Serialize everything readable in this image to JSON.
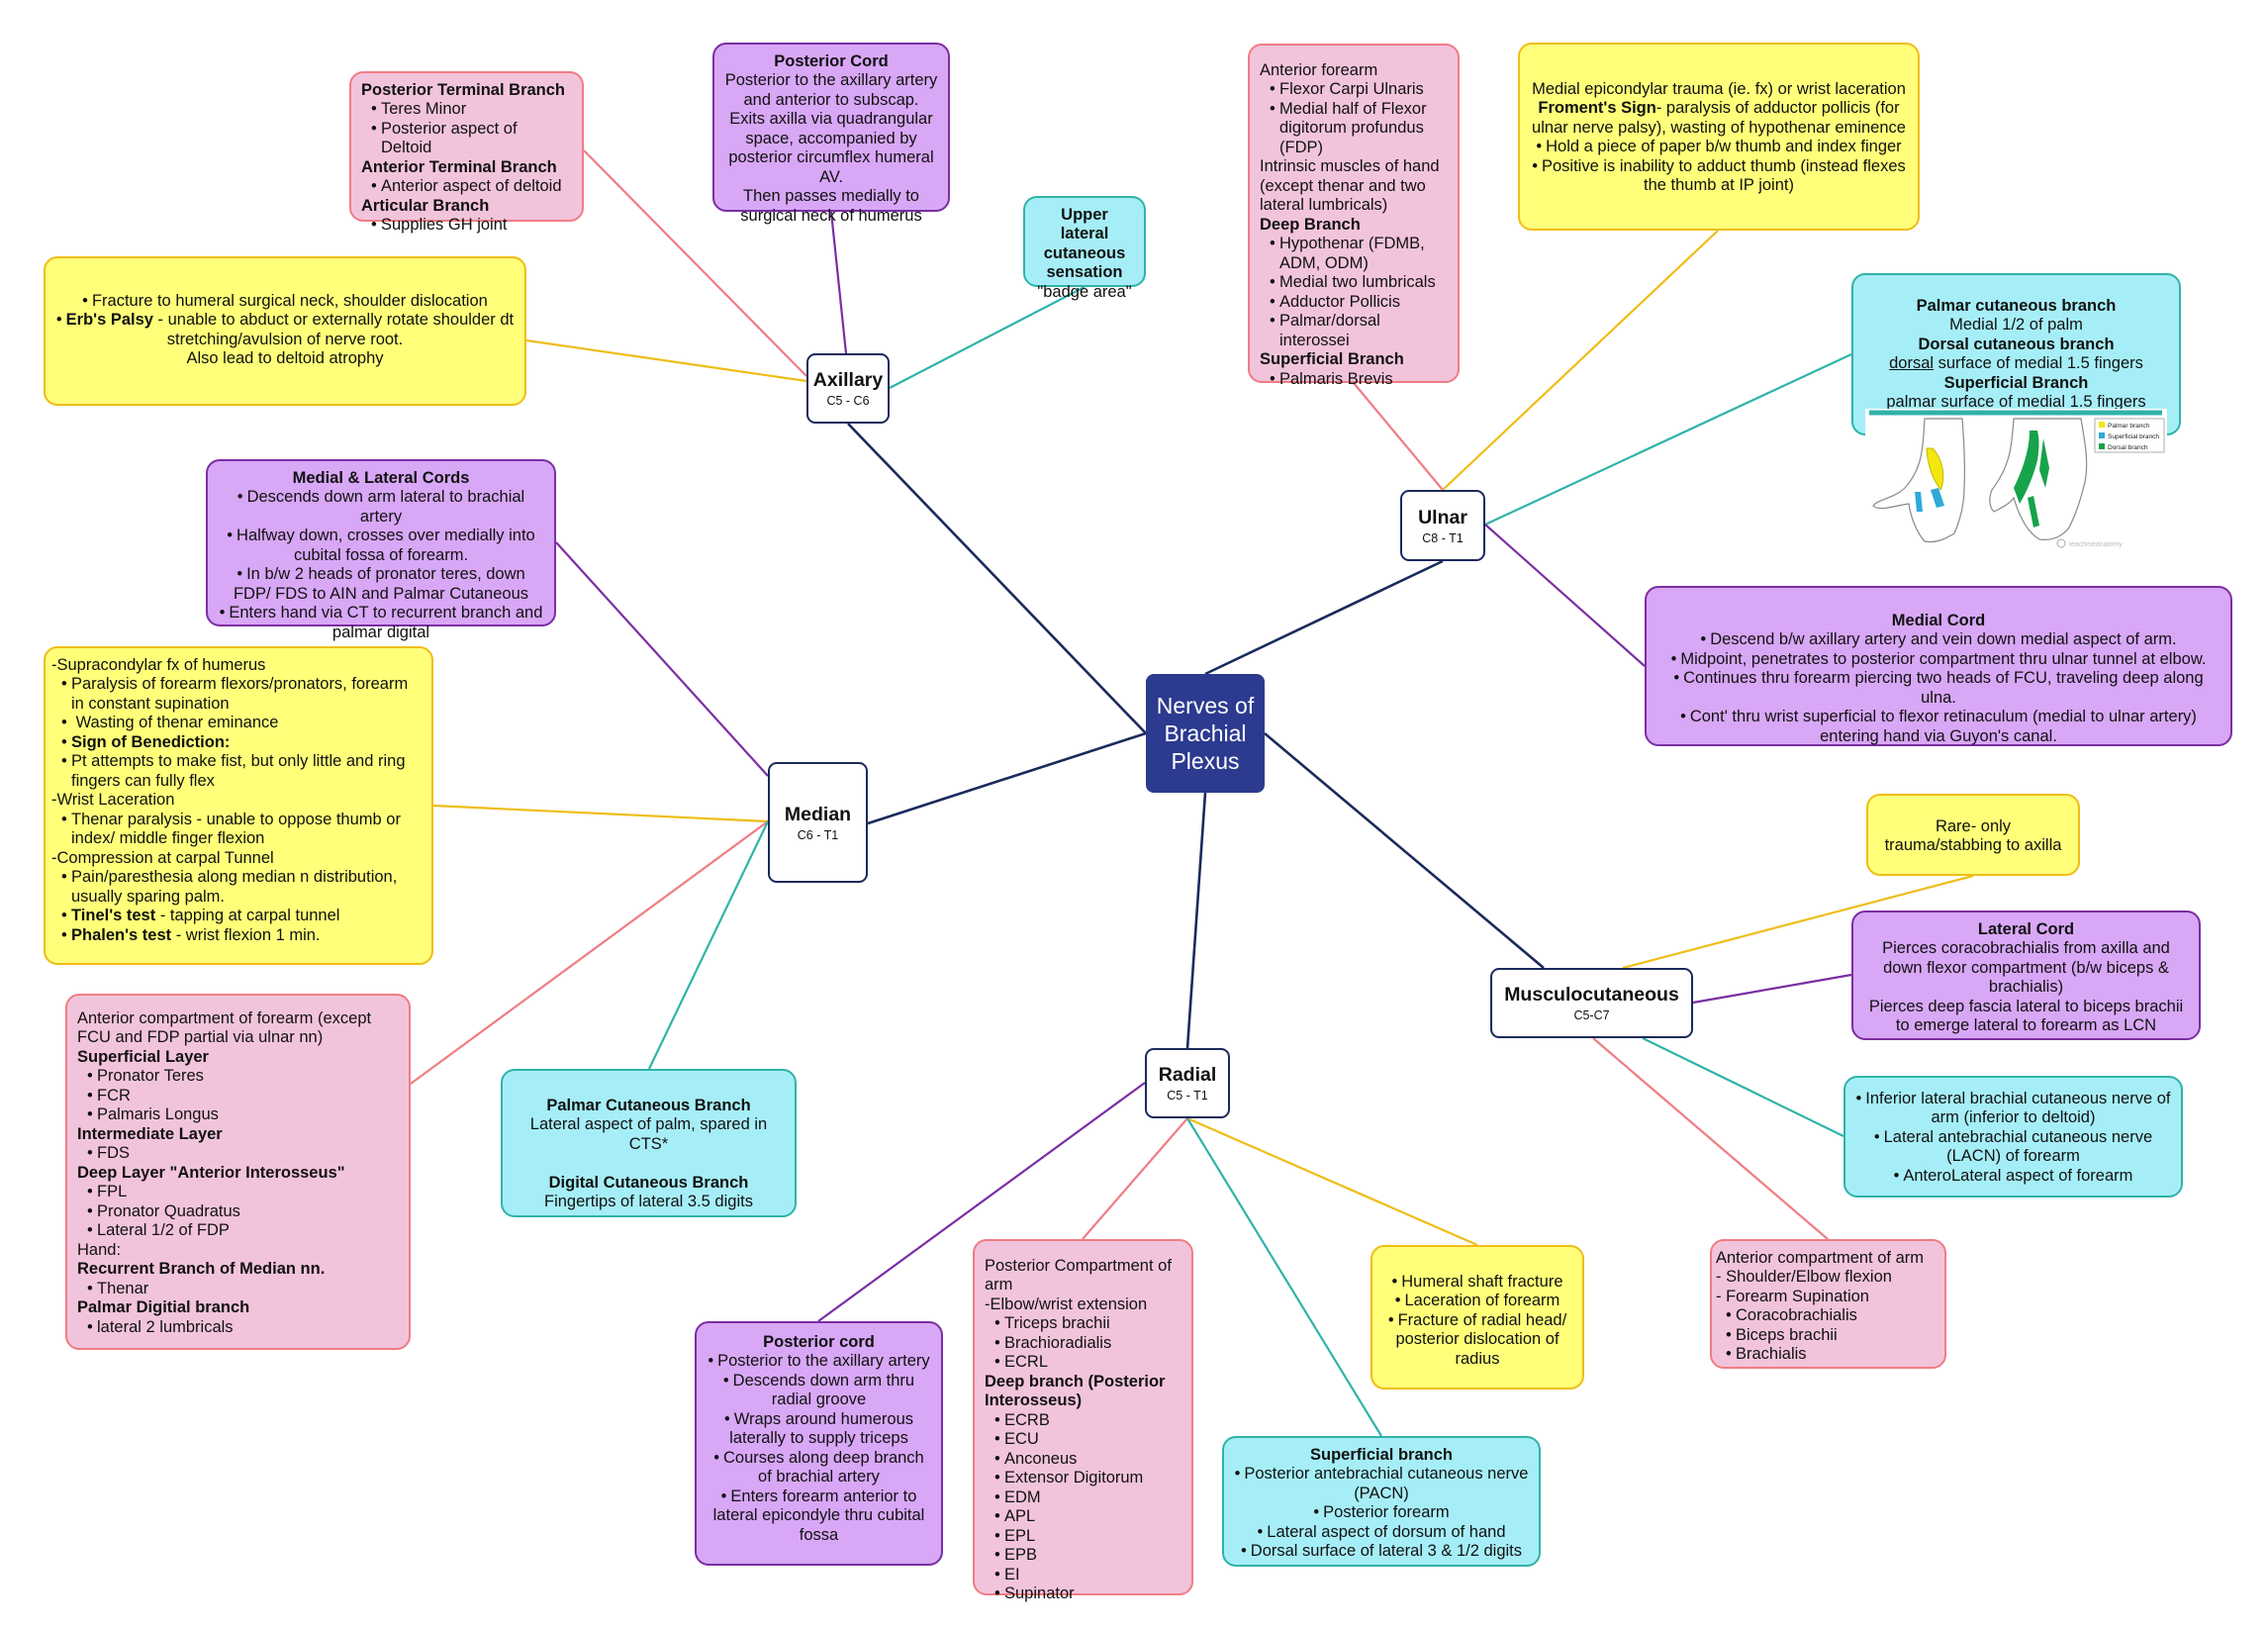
{
  "title": "Nerves of\nBrachial\nPlexus",
  "nerves": {
    "axillary": {
      "name": "Axillary",
      "roots": "C5 - C6"
    },
    "ulnar": {
      "name": "Ulnar",
      "roots": "C8 - T1"
    },
    "median": {
      "name": "Median",
      "roots": "C6 - T1"
    },
    "radial": {
      "name": "Radial",
      "roots": "C5 - T1"
    },
    "musculocutaneous": {
      "name": "Musculocutaneous",
      "roots": "C5-C7"
    }
  },
  "colors": {
    "trunk": "#1b2a5c",
    "pink_border": "#f07c84",
    "purple_border": "#7b2ea3",
    "yellow_border": "#efbd16",
    "cyan_border": "#30b3aa",
    "root_fill": "#2c3a8f"
  },
  "boxes": {
    "ax_terminal": [
      {
        "b": "Posterior Terminal Branch"
      },
      {
        "bul": "Teres Minor"
      },
      {
        "bul": "Posterior aspect of Deltoid"
      },
      {
        "b": "Anterior Terminal Branch"
      },
      {
        "bul": "Anterior aspect of deltoid"
      },
      {
        "b": "Articular Branch"
      },
      {
        "bul": "Supplies GH joint"
      }
    ],
    "ax_cord": [
      {
        "b": "Posterior Cord"
      },
      {
        "t": "Posterior to the axillary artery and anterior to subscap."
      },
      {
        "t": "Exits axilla via quadrangular space, accompanied by posterior circumflex humeral AV."
      },
      {
        "t": "Then passes medially to surgical neck of humerus"
      }
    ],
    "ax_sensation": [
      {
        "b": "Upper lateral cutaneous sensation"
      },
      {
        "t": "\"badge area\""
      }
    ],
    "ax_injury": [
      {
        "bul": "Fracture to humeral surgical neck, shoulder dislocation"
      },
      {
        "bul_b": "Erb's Palsy",
        "rest": " - unable to abduct or externally rotate shoulder dt stretching/avulsion of nerve root."
      },
      {
        "t": "Also lead to deltoid atrophy"
      }
    ],
    "ul_muscles": [
      {
        "t": "Anterior forearm"
      },
      {
        "bul": "Flexor Carpi Ulnaris"
      },
      {
        "bul": "Medial half of Flexor digitorum profundus (FDP)"
      },
      {
        "t": "Intrinsic muscles of hand (except thenar and two lateral lumbricals)"
      },
      {
        "b": "Deep Branch"
      },
      {
        "bul": "Hypothenar (FDMB, ADM, ODM)"
      },
      {
        "bul": "Medial two lumbricals"
      },
      {
        "bul": "Adductor Pollicis"
      },
      {
        "bul": "Palmar/dorsal interossei"
      },
      {
        "b": "Superficial Branch"
      },
      {
        "bul": "Palmaris Brevis"
      }
    ],
    "ul_injury": [
      {
        "t": "Medial epicondylar trauma (ie. fx) or wrist laceration"
      },
      {
        "tb": "Froment's Sign",
        "rest": "- paralysis of adductor pollicis (for ulnar nerve palsy), wasting of hypothenar eminence"
      },
      {
        "bul": "Hold a piece of paper b/w thumb and index finger"
      },
      {
        "bul": "Positive is inability to adduct thumb (instead flexes the thumb at IP joint)"
      }
    ],
    "ul_cutaneous": [
      {
        "b": "Palmar cutaneous branch"
      },
      {
        "t": "Medial 1/2 of palm"
      },
      {
        "b": "Dorsal cutaneous branch"
      },
      {
        "u": "dorsal",
        "rest": " surface of medial 1.5 fingers"
      },
      {
        "b": "Superficial Branch"
      },
      {
        "t": "palmar surface of medial 1.5 fingers"
      }
    ],
    "ul_legend": [
      "Palmar branch",
      "Superficial branch",
      "Dorsal branch"
    ],
    "ul_watermark": "teachmeanatomy",
    "ul_cord": [
      {
        "b": "Medial Cord"
      },
      {
        "bul": "Descend b/w axillary artery and vein down medial aspect of arm."
      },
      {
        "bul": "Midpoint, penetrates to posterior compartment thru ulnar tunnel at elbow."
      },
      {
        "bul": "Continues thru forearm piercing two heads of FCU, traveling deep along ulna."
      },
      {
        "bul": "Cont' thru wrist superficial to flexor retinaculum (medial to ulnar artery) entering hand via Guyon's canal."
      }
    ],
    "me_cords": [
      {
        "b": "Medial & Lateral Cords"
      },
      {
        "bul": "Descends down arm lateral to brachial artery"
      },
      {
        "bul": "Halfway down, crosses over medially into cubital fossa of forearm."
      },
      {
        "bul": "In b/w 2 heads of pronator teres, down FDP/ FDS to AIN and Palmar Cutaneous"
      },
      {
        "bul": "Enters hand via CT to recurrent branch and palmar digital"
      }
    ],
    "me_injury": [
      {
        "t": "-Supracondylar fx of humerus"
      },
      {
        "bul": "Paralysis of forearm flexors/pronators, forearm in constant supination"
      },
      {
        "bul": " Wasting of thenar eminance"
      },
      {
        "bul_b": "Sign of Benediction:",
        "rest": ""
      },
      {
        "bul": "Pt attempts to make fist, but only little and ring fingers can fully flex"
      },
      {
        "t": "-Wrist Laceration"
      },
      {
        "bul": "Thenar paralysis - unable to oppose thumb or index/ middle finger flexion"
      },
      {
        "t": "-Compression at carpal Tunnel"
      },
      {
        "bul": "Pain/paresthesia along median n distribution, usually sparing palm."
      },
      {
        "bul_b": "Tinel's test",
        "rest": " - tapping at carpal tunnel"
      },
      {
        "bul_b": "Phalen's test",
        "rest": " - wrist flexion 1 min."
      }
    ],
    "me_muscles": [
      {
        "t": "Anterior compartment of forearm (except FCU and FDP partial via ulnar nn)"
      },
      {
        "b": "Superficial Layer"
      },
      {
        "bul": "Pronator Teres"
      },
      {
        "bul": "FCR"
      },
      {
        "bul": "Palmaris Longus"
      },
      {
        "b": "Intermediate Layer"
      },
      {
        "bul": "FDS"
      },
      {
        "b": "Deep Layer \"Anterior Interosseus\""
      },
      {
        "bul": "FPL"
      },
      {
        "bul": "Pronator Quadratus"
      },
      {
        "bul": "Lateral 1/2 of FDP"
      },
      {
        "t": "Hand:"
      },
      {
        "b": "Recurrent Branch of Median nn."
      },
      {
        "bul": "Thenar"
      },
      {
        "b": "Palmar Digitial branch"
      },
      {
        "bul": "lateral 2 lumbricals"
      }
    ],
    "me_cutaneous": [
      {
        "b": "Palmar Cutaneous Branch"
      },
      {
        "t": "Lateral aspect of palm, spared in CTS*"
      },
      {
        "t": " "
      },
      {
        "b": "Digital Cutaneous Branch"
      },
      {
        "t": "Fingertips of lateral 3.5 digits"
      }
    ],
    "ra_cord": [
      {
        "b": "Posterior cord"
      },
      {
        "bul": "Posterior to the axillary artery"
      },
      {
        "bul": "Descends down arm thru radial groove"
      },
      {
        "bul": "Wraps around humerous laterally to supply triceps"
      },
      {
        "bul": "Courses along deep branch of brachial artery"
      },
      {
        "bul": "Enters forearm anterior to lateral epicondyle thru cubital fossa"
      }
    ],
    "ra_muscles": [
      {
        "t": "Posterior Compartment of arm"
      },
      {
        "t": "-Elbow/wrist extension"
      },
      {
        "bul": "Triceps brachii"
      },
      {
        "bul": "Brachioradialis"
      },
      {
        "bul": "ECRL"
      },
      {
        "b": "Deep branch (Posterior Interosseus)"
      },
      {
        "bul": "ECRB"
      },
      {
        "bul": "ECU"
      },
      {
        "bul": "Anconeus"
      },
      {
        "bul": "Extensor Digitorum"
      },
      {
        "bul": "EDM"
      },
      {
        "bul": "APL"
      },
      {
        "bul": "EPL"
      },
      {
        "bul": "EPB"
      },
      {
        "bul": "EI"
      },
      {
        "bul": "Supinator"
      }
    ],
    "ra_injury": [
      {
        "bul": "Humeral shaft fracture"
      },
      {
        "bul": "Laceration of forearm"
      },
      {
        "bul": "Fracture of radial head/ posterior dislocation of radius"
      }
    ],
    "ra_superficial": [
      {
        "b": "Superficial branch"
      },
      {
        "bul": "Posterior antebrachial cutaneous nerve (PACN)"
      },
      {
        "bul": "Posterior forearm"
      },
      {
        "bul": "Lateral aspect of dorsum of hand"
      },
      {
        "bul": "Dorsal surface of lateral 3 & 1/2 digits"
      }
    ],
    "mc_injury": [
      {
        "t": "Rare- only trauma/stabbing to axilla"
      }
    ],
    "mc_cord": [
      {
        "b": "Lateral Cord"
      },
      {
        "t": "Pierces coracobrachialis from axilla and down flexor compartment (b/w biceps & brachialis)"
      },
      {
        "t": "Pierces deep fascia lateral to biceps brachii to emerge lateral to forearm as LCN"
      }
    ],
    "mc_cutaneous": [
      {
        "bul": "Inferior lateral brachial cutaneous nerve of arm (inferior to deltoid)"
      },
      {
        "bul": "Lateral antebrachial cutaneous nerve (LACN) of forearm"
      },
      {
        "bul": "AnteroLateral aspect of forearm"
      }
    ],
    "mc_muscles": [
      {
        "t": "Anterior compartment of arm"
      },
      {
        "t": "- Shoulder/Elbow flexion"
      },
      {
        "t": "- Forearm Supination"
      },
      {
        "bul": "Coracobrachialis"
      },
      {
        "bul": "Biceps brachii"
      },
      {
        "bul": "Brachialis"
      }
    ]
  }
}
